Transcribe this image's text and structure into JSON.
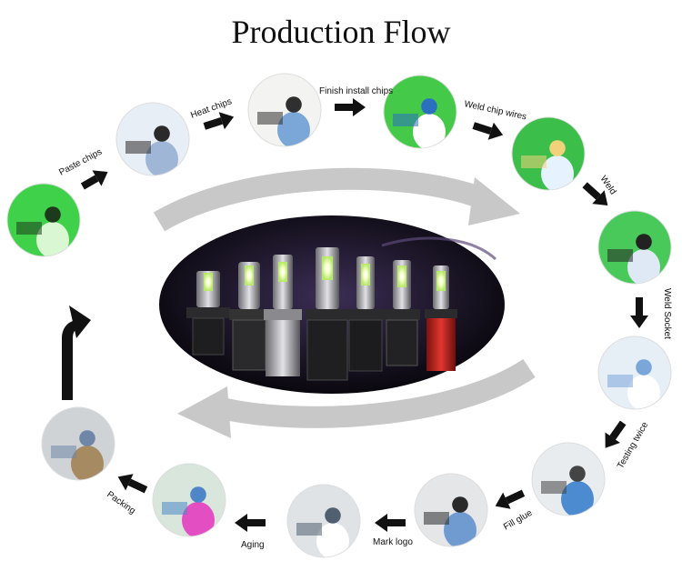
{
  "title": "Production Flow",
  "steps": [
    {
      "label": "Paste chips",
      "photo": "worker-placing-chips-on-green-board"
    },
    {
      "label": "Heat chips",
      "photo": "heating-plate-with-chips"
    },
    {
      "label": "Finish install chips",
      "photo": "worker-installing-chips"
    },
    {
      "label": "Weld chip wires",
      "photo": "worker-welding-wires"
    },
    {
      "label": "Weld",
      "photo": "welding-station"
    },
    {
      "label": "Weld Socket",
      "photo": "socket-welding"
    },
    {
      "label": "Testing twice",
      "photo": "lamp-light-test"
    },
    {
      "label": "Fill glue",
      "photo": "glue-filling-machine"
    },
    {
      "label": "Mark logo",
      "photo": "logo-marking-machine"
    },
    {
      "label": "Aging",
      "photo": "aging-test-racks"
    },
    {
      "label": "Packing",
      "photo": "packing-with-pink-basin"
    },
    {
      "label": "",
      "photo": "stacked-cartons"
    }
  ],
  "center_image": "led-headlight-bulbs-group",
  "colors": {
    "arrow": "#111111",
    "cycle_arrow": "#c8c8c8",
    "accent_green": "#3fd14a",
    "bulb_red": "#c0241f"
  }
}
